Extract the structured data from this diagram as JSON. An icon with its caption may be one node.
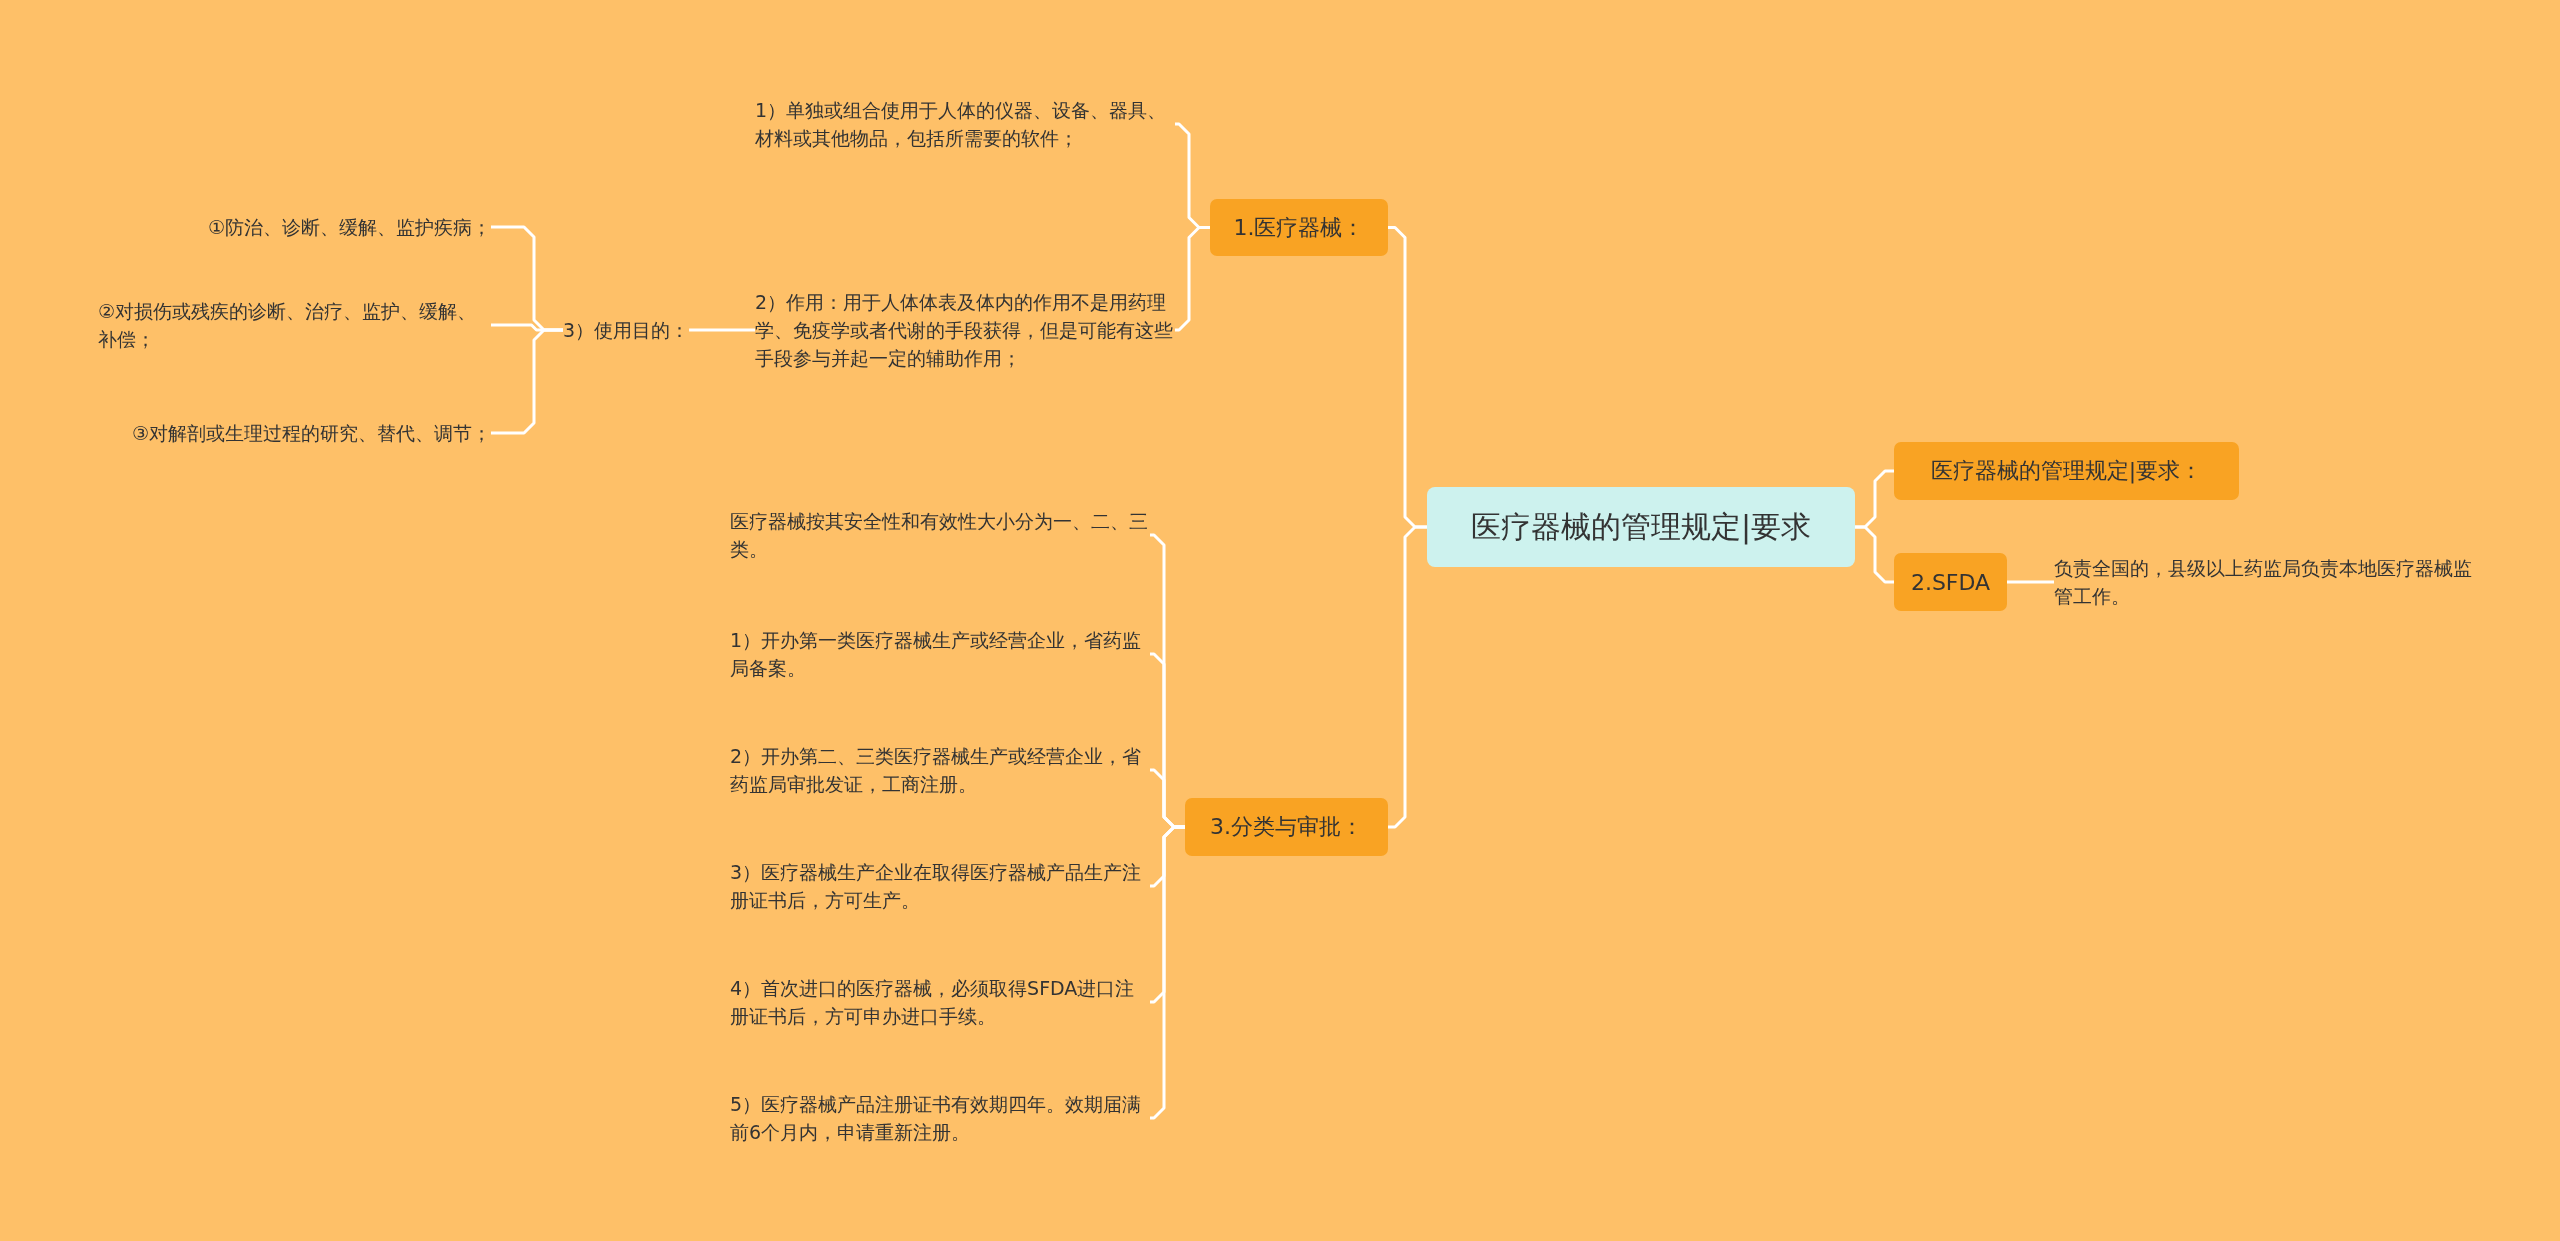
{
  "diagram": {
    "nodes": [
      {
        "text": [
          "医疗器械的管理规定|要求"
        ]
      },
      {
        "text": [
          "1.医疗器械："
        ]
      },
      {
        "text": [
          "1）单独或组合使用于人体的仪器、设备、器具、材料或其他物品，包括所需要的软件；"
        ]
      },
      {
        "text": [
          "2）作用：用于人体体表及体内的作用不是用药理学、免疫学或者代谢的手段获得，但是可能有这些手段参与并起一定的辅助作用；"
        ]
      },
      {
        "text": [
          "3）使用目的："
        ]
      },
      {
        "text": [
          "①防治、诊断、缓解、监护疾病；"
        ]
      },
      {
        "text": [
          "②对损伤或残疾的诊断、治疗、监护、缓解、补偿；"
        ]
      },
      {
        "text": [
          "③对解剖或生理过程的研究、替代、调节；"
        ]
      },
      {
        "text": [
          "3.分类与审批："
        ]
      },
      {
        "text": [
          "医疗器械按其安全性和有效性大小分为一、二、三类。"
        ]
      },
      {
        "text": [
          "1）开办第一类医疗器械生产或经营企业，省药监局备案。"
        ]
      },
      {
        "text": [
          "2）开办第二、三类医疗器械生产或经营企业，省药监局审批发证，工商注册。"
        ]
      },
      {
        "text": [
          "3）医疗器械生产企业在取得医疗器械产品生产注册证书后，方可生产。"
        ]
      },
      {
        "text": [
          "4）首次进口的医疗器械，必须取得SFDA进口注册证书后，方可申办进口手续。"
        ]
      },
      {
        "text": [
          "5）医疗器械产品注册证书有效期四年。效期届满前6个月内，申请重新注册。"
        ]
      },
      {
        "text": [
          "医疗器械的管理规定|要求："
        ]
      },
      {
        "text": [
          "2.SFDA"
        ]
      },
      {
        "text": [
          "负责全国的，县级以上药监局负责本地医疗器械监管工作。"
        ]
      }
    ],
    "edges": [
      {
        "from": 0,
        "to": 1,
        "arrow": "none"
      },
      {
        "from": 1,
        "to": 2,
        "arrow": "none"
      },
      {
        "from": 1,
        "to": 3,
        "arrow": "none"
      },
      {
        "from": 3,
        "to": 4,
        "arrow": "none"
      },
      {
        "from": 4,
        "to": 5,
        "arrow": "none"
      },
      {
        "from": 4,
        "to": 6,
        "arrow": "none"
      },
      {
        "from": 4,
        "to": 7,
        "arrow": "none"
      },
      {
        "from": 0,
        "to": 8,
        "arrow": "none"
      },
      {
        "from": 8,
        "to": 9,
        "arrow": "none"
      },
      {
        "from": 8,
        "to": 10,
        "arrow": "none"
      },
      {
        "from": 8,
        "to": 11,
        "arrow": "none"
      },
      {
        "from": 8,
        "to": 12,
        "arrow": "none"
      },
      {
        "from": 8,
        "to": 13,
        "arrow": "none"
      },
      {
        "from": 8,
        "to": 14,
        "arrow": "none"
      },
      {
        "from": 0,
        "to": 15,
        "arrow": "none"
      },
      {
        "from": 0,
        "to": 16,
        "arrow": "none"
      },
      {
        "from": 16,
        "to": 17,
        "arrow": "none"
      }
    ]
  }
}
